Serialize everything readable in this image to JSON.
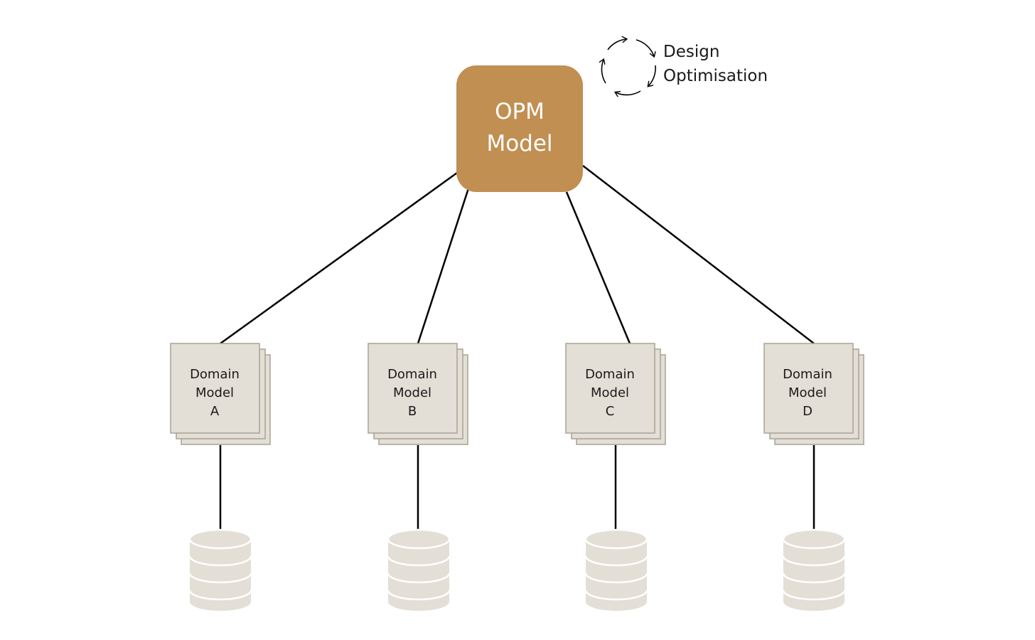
{
  "opm": {
    "line1": "OPM",
    "line2": "Model"
  },
  "cycle": {
    "line1": "Design",
    "line2": "Optimisation",
    "icon": "cycle-arrows-icon"
  },
  "domains": [
    {
      "line1": "Domain",
      "line2": "Model",
      "line3": "A"
    },
    {
      "line1": "Domain",
      "line2": "Model",
      "line3": "B"
    },
    {
      "line1": "Domain",
      "line2": "Model",
      "line3": "C"
    },
    {
      "line1": "Domain",
      "line2": "Model",
      "line3": "D"
    }
  ],
  "colors": {
    "opm": "#c18f52",
    "domain_fill": "#e3dfd6",
    "domain_border": "#a8a294",
    "database": "#e3dfd6",
    "line": "#000000"
  }
}
